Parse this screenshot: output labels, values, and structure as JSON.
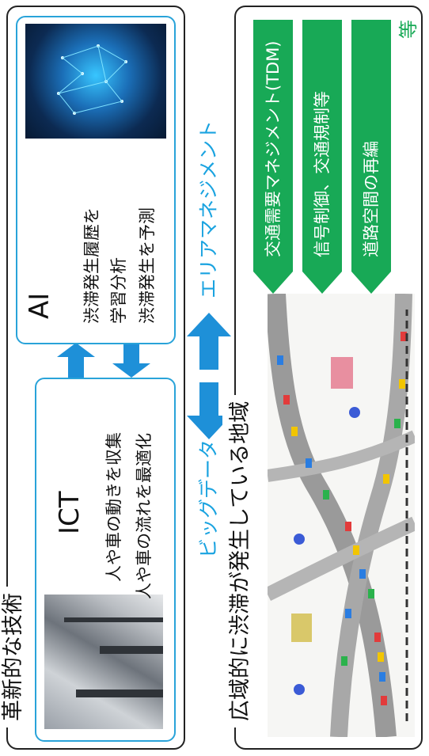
{
  "tech_frame": {
    "label": "革新的な技術",
    "ict": {
      "title": "ICT",
      "line1": "人や車の動きを収集",
      "line2": "人や車の流れを最適化"
    },
    "ai": {
      "title": "AI",
      "line1": "渋滞発生履歴を",
      "line2": "学習分析",
      "line3": "渋滞発生を予測"
    }
  },
  "flows": {
    "big_data": "ビッグデータ",
    "area_management": "エリアマネジメント"
  },
  "region_frame": {
    "label": "広域的に渋滞が発生している地域",
    "measures": [
      "交通需要マネジメント(TDM)",
      "信号制御、交通規制等",
      "道路空間の再編"
    ],
    "etc": "等"
  },
  "colors": {
    "blue": "#29a3d9",
    "green": "#18a956",
    "frame": "#222222"
  }
}
